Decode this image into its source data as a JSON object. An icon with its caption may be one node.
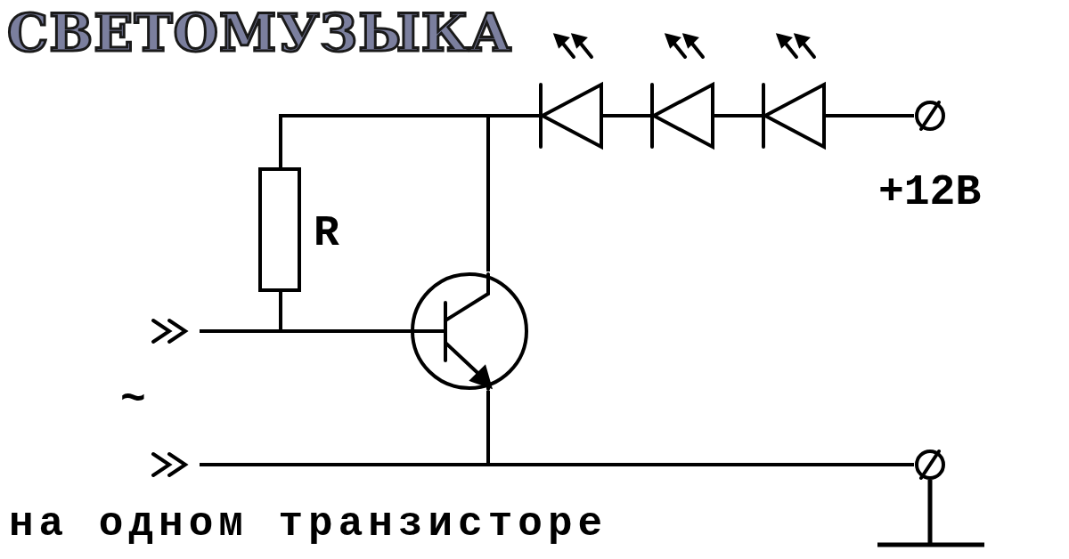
{
  "diagram": {
    "title": "СВЕТОМУЗЫКА",
    "caption": "на одном транзисторе",
    "nodes": [
      {
        "text": [
          "R"
        ]
      },
      {
        "text": [],
        "shape": "circle"
      },
      {
        "text": [],
        "shape": "diode"
      },
      {
        "text": [],
        "shape": "diode"
      },
      {
        "text": [],
        "shape": "diode"
      },
      {
        "text": [
          "+12В"
        ]
      },
      {
        "text": [],
        "shape": "chevron"
      },
      {
        "text": [],
        "shape": "chevron"
      },
      {
        "text": [],
        "shape": "circle"
      }
    ],
    "edges": [
      {
        "from": 0,
        "to": 2,
        "arrow": "none"
      },
      {
        "from": 1,
        "to": 2,
        "arrow": "none"
      },
      {
        "from": 2,
        "to": 3,
        "arrow": "none"
      },
      {
        "from": 3,
        "to": 4,
        "arrow": "none"
      },
      {
        "from": 4,
        "to": 5,
        "arrow": "none"
      },
      {
        "from": 6,
        "to": 1,
        "arrow": "none"
      },
      {
        "from": 0,
        "to": 1,
        "arrow": "none"
      },
      {
        "from": 1,
        "to": 8,
        "arrow": "none"
      },
      {
        "from": 7,
        "to": 8,
        "arrow": "none"
      }
    ],
    "labels": [
      "~"
    ]
  }
}
